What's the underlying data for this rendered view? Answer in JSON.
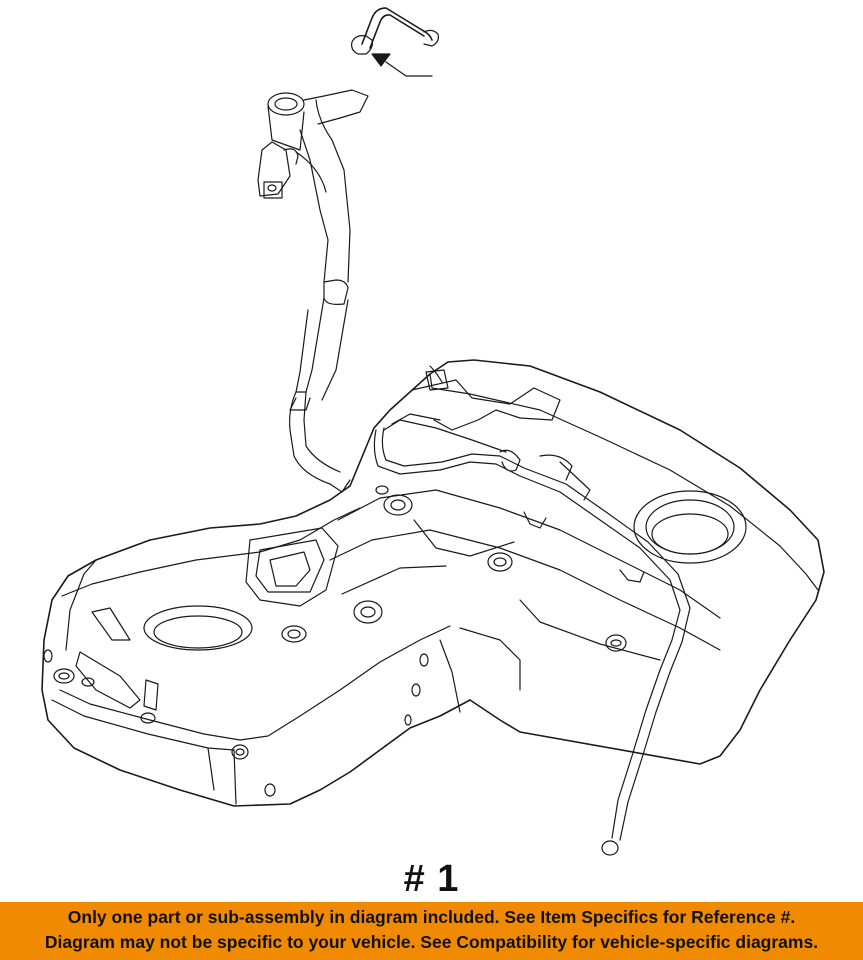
{
  "diagram": {
    "part_marker": "# 1"
  },
  "disclaimer": {
    "line1": "Only one part or sub-assembly in diagram included. See Item Specifics for Reference #.",
    "line2": "Diagram may not be specific to your vehicle. See Compatibility for vehicle-specific diagrams.",
    "background_color": "#f08a00"
  }
}
